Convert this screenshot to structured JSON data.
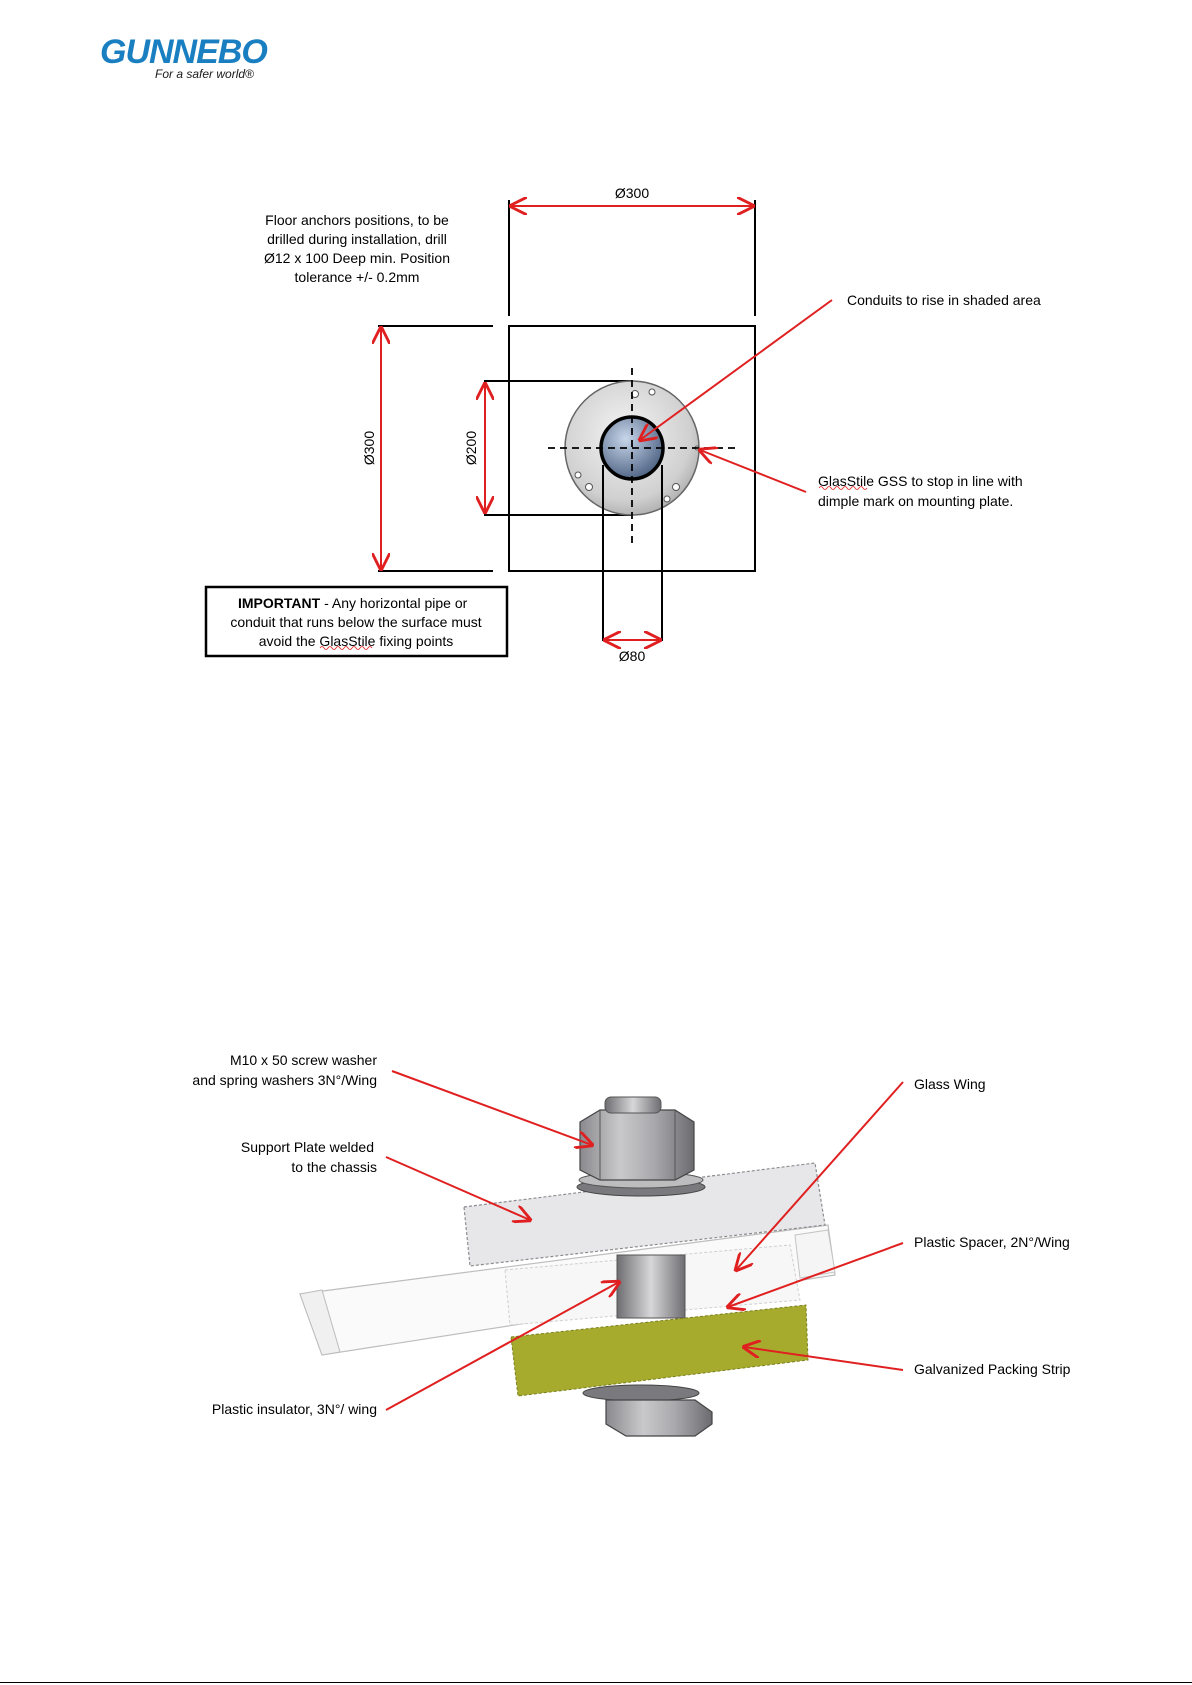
{
  "logo": {
    "brand": "GUNNEBO",
    "tagline": "For a safer world®"
  },
  "plan": {
    "dim_top": "Ø300",
    "dim_left": "Ø300",
    "dim_inner": "Ø200",
    "dim_bottom": "Ø80",
    "anchor_note": [
      "Floor anchors positions,  to be",
      "drilled during installation, drill",
      "Ø12 x 100 Deep min. Position",
      "tolerance +/- 0.2mm"
    ],
    "conduit_note": "Conduits to rise in shaded area",
    "stop_note": [
      "GlasStile GSS to stop in line with",
      "dimple mark on mounting plate."
    ],
    "important_bold": "IMPORTANT",
    "important_rest": " - Any horizontal pipe or",
    "important_lines": [
      "conduit that runs below the surface must",
      "avoid the GlasStile fixing points"
    ]
  },
  "assembly": {
    "screw": [
      "M10 x 50  screw washer",
      "and spring washers 3N°/Wing"
    ],
    "support": [
      "Support Plate welded",
      "to the chassis"
    ],
    "insulator": "Plastic insulator, 3N°/ wing",
    "glass_wing": "Glass Wing",
    "spacer": "Plastic Spacer, 2N°/Wing",
    "packing": "Galvanized Packing Strip"
  },
  "colors": {
    "arrow": "#e02020",
    "brand": "#1a7fc1",
    "packing": "#a6ab2e"
  }
}
